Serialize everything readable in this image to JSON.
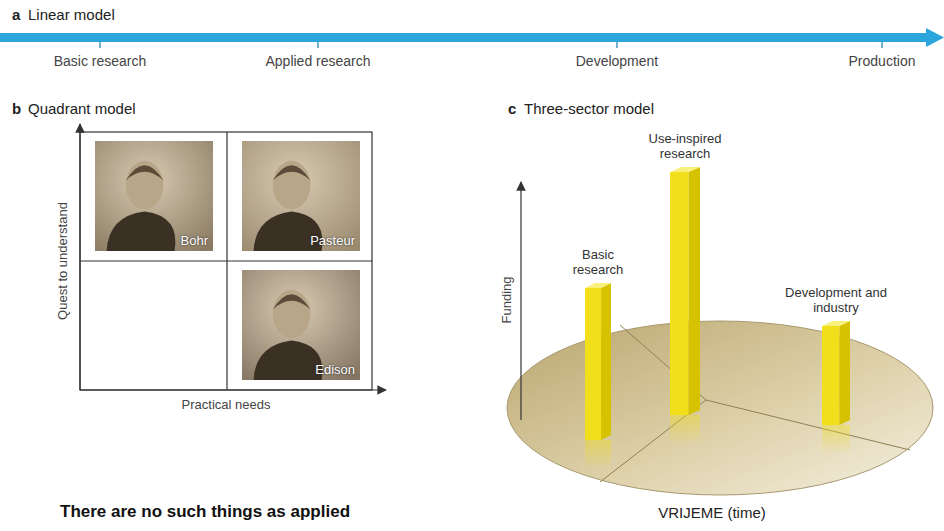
{
  "diagram": {
    "nodes": [
      {
        "text": [
          "Bohr"
        ]
      },
      {
        "text": [
          "Pasteur"
        ]
      },
      {
        "text": [
          "Edison"
        ]
      },
      {
        "text": [
          "Basic research"
        ]
      },
      {
        "text": [
          "Use-inspired research"
        ]
      },
      {
        "text": [
          "Development and industry"
        ]
      }
    ],
    "labels": [
      "a",
      "Linear model",
      "Basic research",
      "Applied research",
      "Development",
      "Production",
      "b",
      "Quadrant model",
      "Quest to understand",
      "Practical needs",
      "c",
      "Three-sector model",
      "Funding",
      "There are no such things as applied",
      "VRIJEME (time)"
    ]
  }
}
